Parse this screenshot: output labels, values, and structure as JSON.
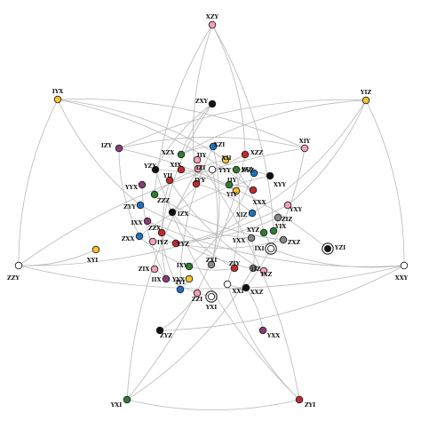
{
  "graph": {
    "nodes": [
      {
        "id": "XZY",
        "color": "#f4a0b4"
      },
      {
        "id": "IYX",
        "color": "#f2c230"
      },
      {
        "id": "YIZ",
        "color": "#f2c230"
      },
      {
        "id": "ZXY",
        "color": "#111111"
      },
      {
        "id": "IZY",
        "color": "#8a3a7a"
      },
      {
        "id": "XIY",
        "color": "#f4a0b4"
      },
      {
        "id": "XZX",
        "color": "#2e7d32"
      },
      {
        "id": "XZI",
        "color": "#1e73be"
      },
      {
        "id": "XII",
        "color": "#f2c230"
      },
      {
        "id": "XZZ",
        "color": "#c62828"
      },
      {
        "id": "YZY",
        "color": "#111111"
      },
      {
        "id": "XIX",
        "color": "#c62828"
      },
      {
        "id": "IIY",
        "color": "#f4a0b4"
      },
      {
        "id": "IZI",
        "color": "#f4a0b4"
      },
      {
        "id": "YYY",
        "color": "#ffffff"
      },
      {
        "id": "IZZ",
        "color": "#2e7d32"
      },
      {
        "id": "ZYZ",
        "color": "#1e73be"
      },
      {
        "id": "XYY",
        "color": "#111111"
      },
      {
        "id": "YYX",
        "color": "#8a3a7a"
      },
      {
        "id": "YII",
        "color": "#c62828"
      },
      {
        "id": "IYY",
        "color": "#c62828"
      },
      {
        "id": "ZZZ",
        "color": "#2e7d32"
      },
      {
        "id": "IIY2",
        "label": "IIY",
        "color": "#2e7d32"
      },
      {
        "id": "YIY",
        "color": "#f2c230"
      },
      {
        "id": "XXX",
        "color": "#c62828"
      },
      {
        "id": "ZYY",
        "color": "#1e73be"
      },
      {
        "id": "IZX",
        "color": "#111111"
      },
      {
        "id": "XIZ",
        "color": "#1e73be"
      },
      {
        "id": "YXY",
        "color": "#f4a0b4"
      },
      {
        "id": "IXX",
        "color": "#8a3a7a"
      },
      {
        "id": "ZIZ",
        "color": "#888888"
      },
      {
        "id": "ZZX",
        "color": "#c62828"
      },
      {
        "id": "XYZ",
        "color": "#2e7d32"
      },
      {
        "id": "YIX",
        "color": "#2e7d32"
      },
      {
        "id": "ZXX",
        "color": "#1e73be"
      },
      {
        "id": "IYZ",
        "color": "#f4a0b4"
      },
      {
        "id": "YYZ",
        "color": "#c62828"
      },
      {
        "id": "YXX",
        "color": "#888888"
      },
      {
        "id": "IXI",
        "color": "#ffffff",
        "ring": true
      },
      {
        "id": "ZXZ",
        "color": "#888888"
      },
      {
        "id": "YZI",
        "color": "#111111",
        "ring": true
      },
      {
        "id": "XYI",
        "color": "#f2c230"
      },
      {
        "id": "ZZY",
        "color": "#ffffff"
      },
      {
        "id": "XXY",
        "color": "#ffffff"
      },
      {
        "id": "ZXI",
        "color": "#888888"
      },
      {
        "id": "ZIY",
        "color": "#c62828"
      },
      {
        "id": "IXZ",
        "color": "#888888"
      },
      {
        "id": "ZIX",
        "color": "#f4a0b4"
      },
      {
        "id": "IXY",
        "color": "#2e7d32"
      },
      {
        "id": "IIZ",
        "color": "#f4a0b4"
      },
      {
        "id": "IIX",
        "color": "#8a3a7a"
      },
      {
        "id": "YYX2",
        "label": "YYX",
        "color": "#f2c230"
      },
      {
        "id": "IYI",
        "color": "#1e73be"
      },
      {
        "id": "ZZI",
        "color": "#f4a0b4"
      },
      {
        "id": "XXI",
        "color": "#ffffff"
      },
      {
        "id": "XXZ",
        "color": "#111111"
      },
      {
        "id": "YXI",
        "color": "#ffffff",
        "ring": true
      },
      {
        "id": "ZYZ2",
        "label": "ZYZ",
        "color": "#111111"
      },
      {
        "id": "YXX2",
        "label": "YXX",
        "color": "#8a3a7a"
      },
      {
        "id": "YXI2",
        "label": "YXI",
        "color": "#2e7d32"
      },
      {
        "id": "ZYI",
        "color": "#c62828"
      }
    ],
    "edges": [
      [
        "XZY",
        "ZZZ"
      ],
      [
        "XZY",
        "YIX"
      ],
      [
        "XZY",
        "XZZ"
      ],
      [
        "XZY",
        "IYY"
      ],
      [
        "IYX",
        "XIY"
      ],
      [
        "IYX",
        "ZZY"
      ],
      [
        "IYX",
        "XII"
      ],
      [
        "IYX",
        "XXX"
      ],
      [
        "IYX",
        "ZYY"
      ],
      [
        "YIZ",
        "XXY"
      ],
      [
        "YIZ",
        "IZY"
      ],
      [
        "YIZ",
        "XZX"
      ],
      [
        "YIZ",
        "XIZ"
      ],
      [
        "YIZ",
        "YXY"
      ],
      [
        "ZXY",
        "XZX"
      ],
      [
        "ZXY",
        "ZZX"
      ],
      [
        "ZXY",
        "YZY"
      ],
      [
        "IZY",
        "XIY"
      ],
      [
        "IZY",
        "YZI"
      ],
      [
        "IZY",
        "ZXX"
      ],
      [
        "XIY",
        "ZZY"
      ],
      [
        "XIY",
        "XXZ"
      ],
      [
        "ZZY",
        "XXY"
      ],
      [
        "ZZY",
        "YXY"
      ],
      [
        "ZZY",
        "XYI"
      ],
      [
        "XXY",
        "IXX"
      ],
      [
        "XXY",
        "ZYZ2"
      ],
      [
        "XXY",
        "IXI"
      ],
      [
        "YXI2",
        "ZYI"
      ],
      [
        "YXI2",
        "XZZ"
      ],
      [
        "YXI2",
        "IZI"
      ],
      [
        "YXI2",
        "IXZ"
      ],
      [
        "ZYI",
        "YZY"
      ],
      [
        "ZYI",
        "IIY"
      ],
      [
        "ZYI",
        "XXI"
      ],
      [
        "ZZI",
        "ZYZ2"
      ],
      [
        "XXZ",
        "YXX2"
      ],
      [
        "YXI",
        "ZIX"
      ],
      [
        "IXI",
        "XYZ"
      ],
      [
        "XII",
        "ZZZ"
      ],
      [
        "IYY",
        "XIZ"
      ],
      [
        "ZXI",
        "YYY"
      ],
      [
        "IZX",
        "ZIY"
      ],
      [
        "IIY2",
        "XXX"
      ],
      [
        "YYX",
        "IIX"
      ],
      [
        "IYZ",
        "ZIZ"
      ],
      [
        "YYZ",
        "ZXZ"
      ],
      [
        "XIX",
        "YIY"
      ],
      [
        "ZYZ",
        "IXY"
      ],
      [
        "XYY",
        "ZXX"
      ],
      [
        "YII",
        "IIZ"
      ],
      [
        "XZI",
        "IYI"
      ],
      [
        "XZI",
        "ZXI"
      ],
      [
        "IZZ",
        "XXI"
      ],
      [
        "YXX",
        "IXZ"
      ],
      [
        "ZZX",
        "IYI"
      ],
      [
        "XZZ",
        "IZX"
      ],
      [
        "YZY",
        "YIY"
      ],
      [
        "XZX",
        "XZI"
      ],
      [
        "XYZ",
        "IZZ"
      ],
      [
        "ZYY",
        "YXX"
      ],
      [
        "ZXX",
        "IXY"
      ],
      [
        "IXX",
        "IIZ"
      ],
      [
        "YYY",
        "XYY"
      ],
      [
        "XIZ",
        "YYZ"
      ],
      [
        "ZZZ",
        "ZXZ"
      ],
      [
        "IIX",
        "YII"
      ],
      [
        "YIX",
        "ZIZ"
      ],
      [
        "ZIY",
        "IXY"
      ],
      [
        "IYI",
        "YYX2"
      ],
      [
        "XXI",
        "XXZ"
      ]
    ]
  }
}
